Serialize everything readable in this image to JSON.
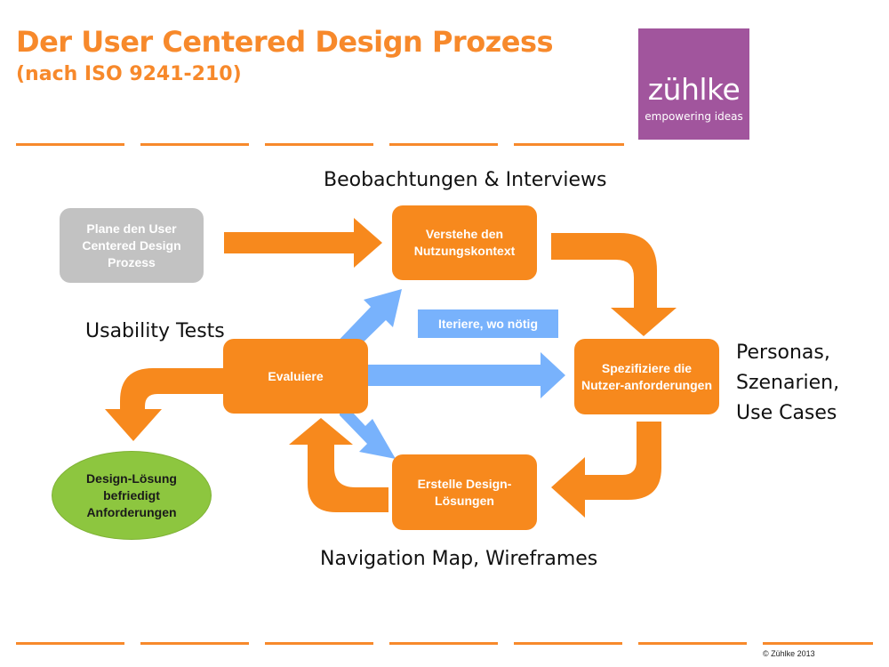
{
  "header": {
    "title": "Der User Centered Design Prozess",
    "subtitle": "(nach ISO 9241-210)"
  },
  "logo": {
    "wordmark": "zühlke",
    "tagline": "empowering ideas",
    "background": "#a1559d"
  },
  "process": {
    "plan": "Plane den User Centered Design Prozess",
    "understand": "Verstehe den Nutzungskontext",
    "specify": "Spezifiziere die Nutzer-anforderungen",
    "create": "Erstelle Design-Lösungen",
    "evaluate": "Evaluiere",
    "result": "Design-Lösung befriedigt Anforderungen",
    "iterate": "Iteriere, wo nötig"
  },
  "artifacts": {
    "understand": "Beobachtungen & Interviews",
    "evaluate": "Usability Tests",
    "specify": [
      "Personas,",
      "Szenarien,",
      "Use Cases"
    ],
    "create": "Navigation Map, Wireframes"
  },
  "footer": {
    "copyright": "© Zühlke 2013"
  },
  "colors": {
    "accent_orange": "#f7892b",
    "step_orange": "#f7891d",
    "iteration_blue": "#78b2fc",
    "result_green": "#8dc63f",
    "planning_gray": "#c2c2c2"
  }
}
